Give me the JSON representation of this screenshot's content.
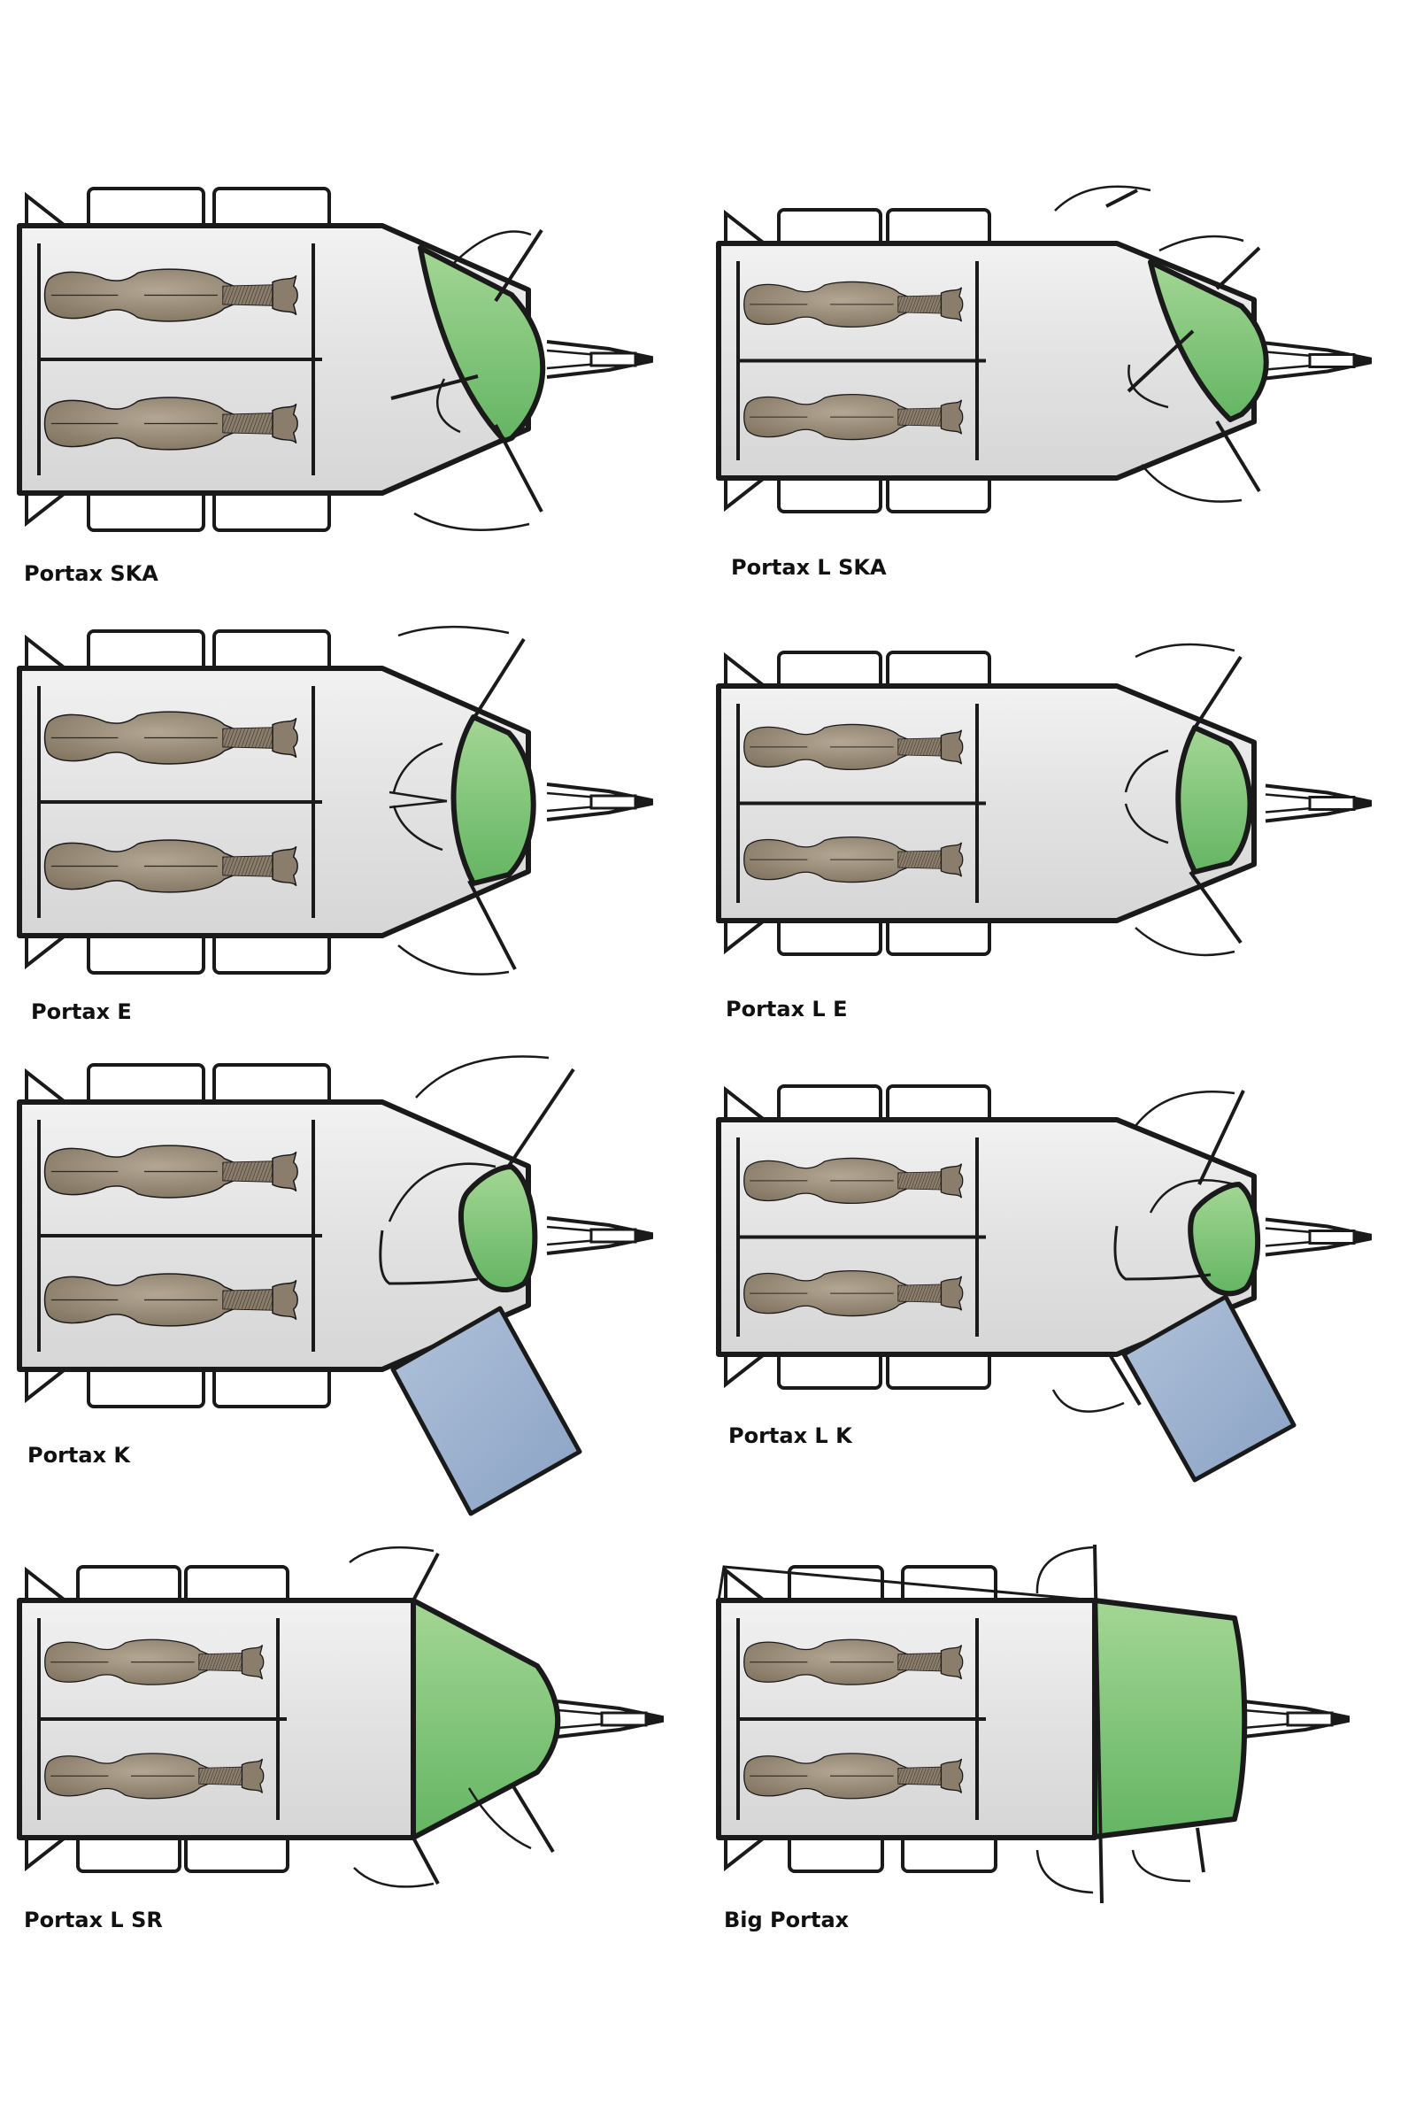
{
  "models": [
    {
      "id": "ska",
      "label": "Portax SKA"
    },
    {
      "id": "l-ska",
      "label": "Portax L SKA"
    },
    {
      "id": "e",
      "label": "Portax E"
    },
    {
      "id": "l-e",
      "label": "Portax L E"
    },
    {
      "id": "k",
      "label": "Portax K"
    },
    {
      "id": "l-k",
      "label": "Portax L K"
    },
    {
      "id": "l-sr",
      "label": "Portax L SR"
    },
    {
      "id": "big",
      "label": "Big Portax"
    }
  ],
  "colors": {
    "body": "#e4e4e4",
    "outline": "#1a1a1a",
    "horse": "#8a7d6c",
    "horse_dark": "#6e6252",
    "tack_green": "#7bc47a",
    "ramp_blue": "#9aafcc",
    "background": "#ffffff"
  }
}
